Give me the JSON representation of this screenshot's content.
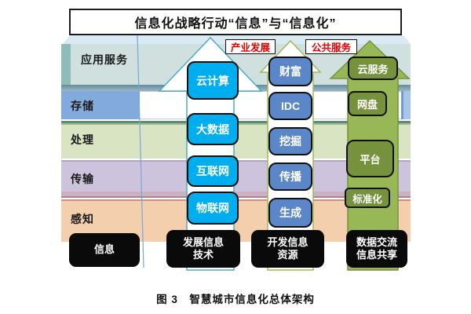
{
  "title": {
    "text": "信息化战略行动“信息”与“信息化”"
  },
  "caption": {
    "text": "图 3　智慧城市信息化总体架构"
  },
  "layers": [
    {
      "label": "应用服务"
    },
    {
      "label": "存储"
    },
    {
      "label": "处理"
    },
    {
      "label": "传输"
    },
    {
      "label": "感知"
    }
  ],
  "arrows": [
    {
      "id": "cyan-arrow",
      "items": [
        "云计算",
        "大数据",
        "互联网",
        "物联网"
      ],
      "box_color": "#00AEEF",
      "outline_color": "#4BACC6"
    },
    {
      "id": "blue-arrow",
      "tag": "产业发展",
      "items": [
        "财富",
        "IDC",
        "挖掘",
        "传播",
        "生成"
      ],
      "box_color": "#5B86C8",
      "outline_color": "#9BBB59"
    },
    {
      "id": "green-arrow",
      "tag": "公共服务",
      "items": [
        "云服务",
        "网盘",
        "平台",
        "标准化"
      ],
      "box_color": "#76923C",
      "shaft_color": "#98B858",
      "outline_color": "#76923C"
    }
  ],
  "bottom_boxes": [
    {
      "lines": [
        "信息"
      ]
    },
    {
      "lines": [
        "发展信息",
        "技术"
      ]
    },
    {
      "lines": [
        "开发信息",
        "资源"
      ]
    },
    {
      "lines": [
        "数据交流",
        "信息共享"
      ]
    }
  ],
  "colors": {
    "tag_text_red": "#E50000",
    "app_band": "#CFE0DF",
    "storage_label": "#83AADC",
    "process_band": "#D9E4C3",
    "transmit_band": "#CDC3DC",
    "sense_band": "#F3CFAE"
  }
}
